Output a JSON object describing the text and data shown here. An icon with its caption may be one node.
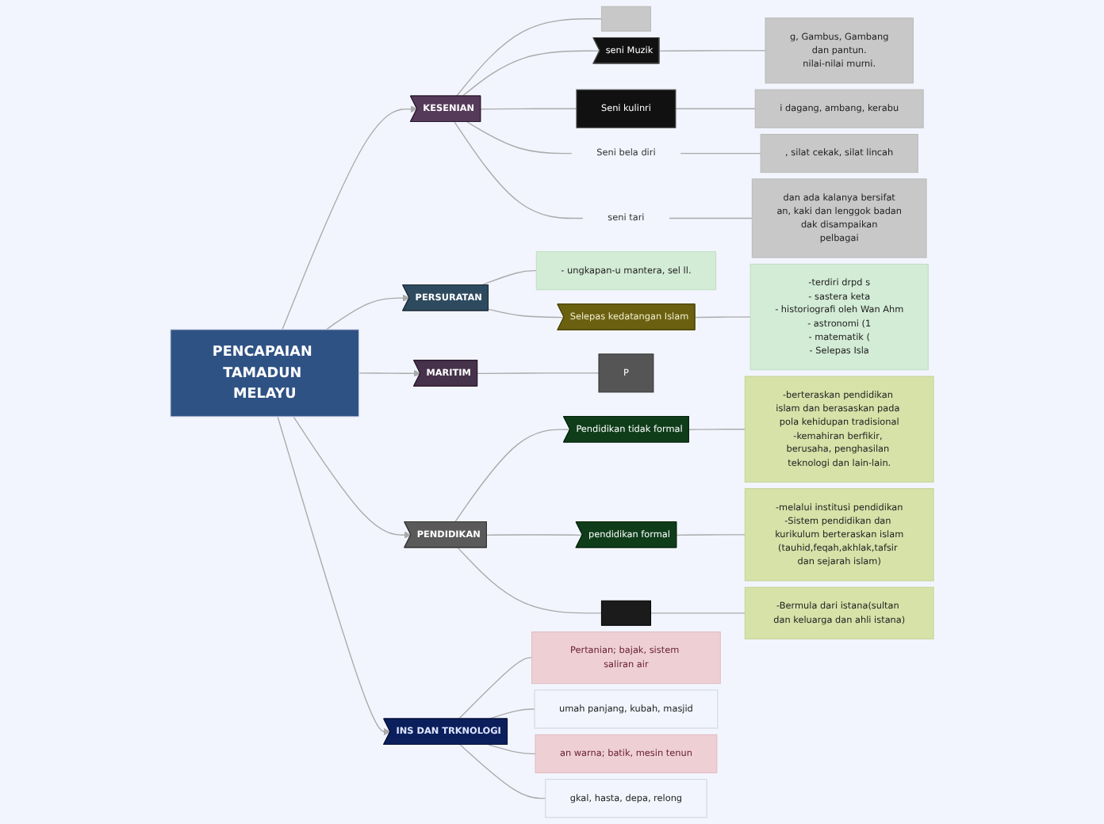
{
  "diagram": {
    "nodes": [
      {
        "text": [
          "PENCAPAIAN TAMADUN MELAYU"
        ]
      },
      {
        "text": [
          "KESENIAN"
        ]
      },
      {
        "text": [
          "PERSURATAN"
        ]
      },
      {
        "text": [
          "MARITIM"
        ]
      },
      {
        "text": [
          "PENDIDIKAN"
        ]
      },
      {
        "text": [
          "INS DAN TRKNOLOGI"
        ]
      },
      {
        "text": [],
        "shape": "box"
      },
      {
        "text": [
          "seni Muzik"
        ]
      },
      {
        "text": [
          "g, Gambus, Gambang",
          "dan pantun.",
          "nilai-nilai murni."
        ]
      },
      {
        "text": [
          "Seni kulinri"
        ]
      },
      {
        "text": [
          "i dagang, ambang, kerabu"
        ]
      },
      {
        "text": [
          "Seni bela diri"
        ]
      },
      {
        "text": [
          ", silat cekak, silat lincah"
        ]
      },
      {
        "text": [
          "seni tari"
        ]
      },
      {
        "text": [
          "dan ada kalanya bersifat",
          "an, kaki dan lenggok badan",
          "dak disampaikan",
          "pelbagai"
        ]
      },
      {
        "text": [
          "- ungkapan-u mantera, sel ll."
        ]
      },
      {
        "text": [
          "Selepas kedatangan Islam"
        ]
      },
      {
        "text": [
          "-terdiri drpd s",
          "- sastera keta",
          "- historiografi oleh Wan Ahm",
          "- astronomi (1",
          "- matematik (",
          "- Selepas Isla"
        ]
      },
      {
        "text": [
          "P"
        ]
      },
      {
        "text": [
          "Pendidikan tidak formal"
        ]
      },
      {
        "text": [
          "-berteraskan pendidikan islam dan berasaskan pada pola kehidupan tradisional",
          "-kemahiran berfikir, berusaha, penghasilan teknologi dan lain-lain."
        ]
      },
      {
        "text": [
          "pendidikan formal"
        ]
      },
      {
        "text": [
          "-melalui institusi pendidikan",
          "-Sistem pendidikan dan kurikulum berteraskan islam",
          "(tauhid,feqah,akhlak,tafsir dan sejarah islam)"
        ]
      },
      {
        "text": [],
        "shape": "box"
      },
      {
        "text": [
          "-Bermula dari istana(sultan dan keluarga dan ahli istana)"
        ]
      },
      {
        "text": [
          "Pertanian; bajak, sistem saliran air"
        ]
      },
      {
        "text": [
          "umah panjang, kubah, masjid"
        ]
      },
      {
        "text": [
          "an warna; batik, mesin tenun"
        ]
      },
      {
        "text": [
          "gkal, hasta, depa, relong"
        ]
      }
    ],
    "edges": [
      {
        "from": 0,
        "to": 1,
        "arrow": "to"
      },
      {
        "from": 0,
        "to": 2,
        "arrow": "to"
      },
      {
        "from": 0,
        "to": 3,
        "arrow": "to"
      },
      {
        "from": 0,
        "to": 4,
        "arrow": "to"
      },
      {
        "from": 0,
        "to": 5,
        "arrow": "to"
      },
      {
        "from": 1,
        "to": 6,
        "arrow": "none"
      },
      {
        "from": 1,
        "to": 7,
        "arrow": "none"
      },
      {
        "from": 7,
        "to": 8,
        "arrow": "none"
      },
      {
        "from": 1,
        "to": 9,
        "arrow": "none"
      },
      {
        "from": 9,
        "to": 10,
        "arrow": "none"
      },
      {
        "from": 1,
        "to": 11,
        "arrow": "none"
      },
      {
        "from": 11,
        "to": 12,
        "arrow": "none"
      },
      {
        "from": 1,
        "to": 13,
        "arrow": "none"
      },
      {
        "from": 13,
        "to": 14,
        "arrow": "none"
      },
      {
        "from": 2,
        "to": 15,
        "arrow": "none"
      },
      {
        "from": 2,
        "to": 16,
        "arrow": "none"
      },
      {
        "from": 16,
        "to": 17,
        "arrow": "none"
      },
      {
        "from": 3,
        "to": 18,
        "arrow": "none"
      },
      {
        "from": 4,
        "to": 19,
        "arrow": "none"
      },
      {
        "from": 19,
        "to": 20,
        "arrow": "none"
      },
      {
        "from": 4,
        "to": 21,
        "arrow": "none"
      },
      {
        "from": 21,
        "to": 22,
        "arrow": "none"
      },
      {
        "from": 4,
        "to": 23,
        "arrow": "none"
      },
      {
        "from": 23,
        "to": 24,
        "arrow": "none"
      },
      {
        "from": 5,
        "to": 25,
        "arrow": "none"
      },
      {
        "from": 5,
        "to": 26,
        "arrow": "none"
      },
      {
        "from": 5,
        "to": 27,
        "arrow": "none"
      },
      {
        "from": 5,
        "to": 28,
        "arrow": "none"
      }
    ]
  }
}
